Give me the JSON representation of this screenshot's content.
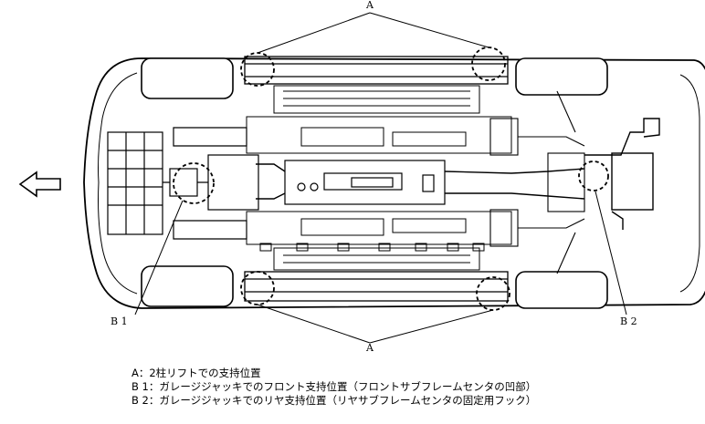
{
  "callouts": {
    "a_top": "A",
    "a_bottom": "A",
    "b1": "B 1",
    "b2": "B 2"
  },
  "legend": [
    "A：2柱リフトでの支持位置",
    "B 1：ガレージジャッキでのフロント支持位置（フロントサブフレームセンタの凹部）",
    "B 2：ガレージジャッキでのリヤ支持位置（リヤサブフレームセンタの固定用フック）"
  ],
  "direction_arrow": "arrow-left-icon"
}
